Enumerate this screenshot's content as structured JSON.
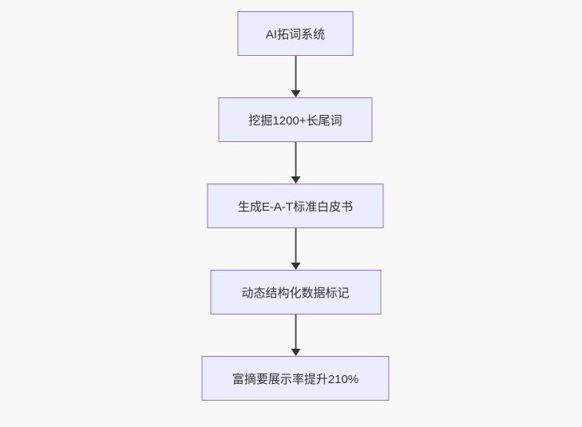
{
  "diagram": {
    "type": "flowchart",
    "direction": "top-down",
    "nodes": [
      {
        "id": "n1",
        "label": "AI拓词系统"
      },
      {
        "id": "n2",
        "label": "挖掘1200+长尾词"
      },
      {
        "id": "n3",
        "label": "生成E-A-T标准白皮书"
      },
      {
        "id": "n4",
        "label": "动态结构化数据标记"
      },
      {
        "id": "n5",
        "label": "富摘要展示率提升210%"
      }
    ],
    "edges": [
      {
        "from": "n1",
        "to": "n2"
      },
      {
        "from": "n2",
        "to": "n3"
      },
      {
        "from": "n3",
        "to": "n4"
      },
      {
        "from": "n4",
        "to": "n5"
      }
    ],
    "colors": {
      "background": "#f8f8f8",
      "node_fill": "#ECECFF",
      "node_border": "#9370DB",
      "text": "#333333",
      "arrow_line": "#555555",
      "arrow_head": "#333333"
    }
  }
}
